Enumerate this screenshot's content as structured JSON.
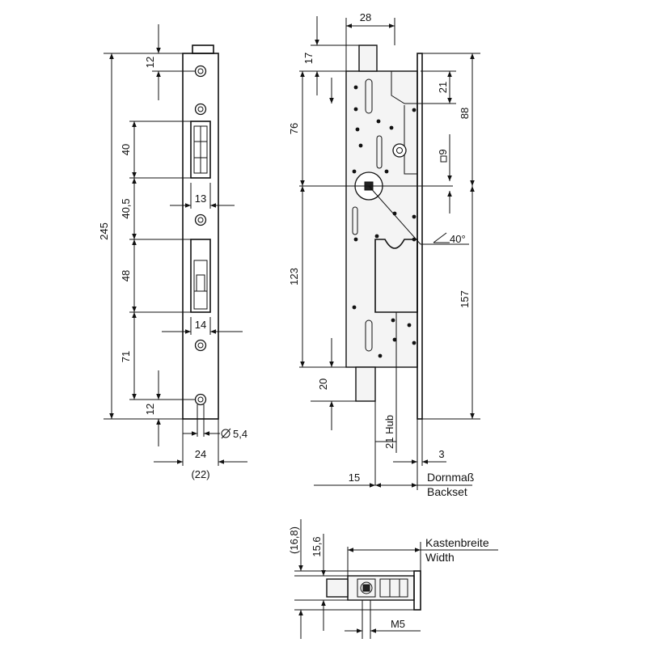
{
  "front_view": {
    "dims": {
      "total_height": "245",
      "top_screw": "12",
      "latch_height": "40",
      "latch_gap": "40,5",
      "latch_width": "13",
      "bolt_height": "48",
      "bolt_width": "14",
      "lower_spacing": "71",
      "bottom_screw": "12",
      "hole_diameter": "5,4",
      "faceplate_width": "24",
      "faceplate_width_alt": "(22)"
    }
  },
  "side_view": {
    "dims": {
      "cylinder_width": "28",
      "top_offset": "17",
      "spindle_top": "21",
      "upper_total": "88",
      "spindle_dist": "76",
      "square": "9",
      "angle": "40°",
      "mid_dist": "123",
      "lower_total": "157",
      "bottom_offset": "20",
      "stroke": "21 Hub",
      "faceplate_thick": "3",
      "backset": "15"
    },
    "backset_label_de": "Dornmaß",
    "backset_label_en": "Backset"
  },
  "bottom_view": {
    "dims": {
      "outer_thick": "(16,8)",
      "inner_thick": "15,6",
      "thread": "M5"
    },
    "width_label_de": "Kastenbreite",
    "width_label_en": "Width"
  }
}
